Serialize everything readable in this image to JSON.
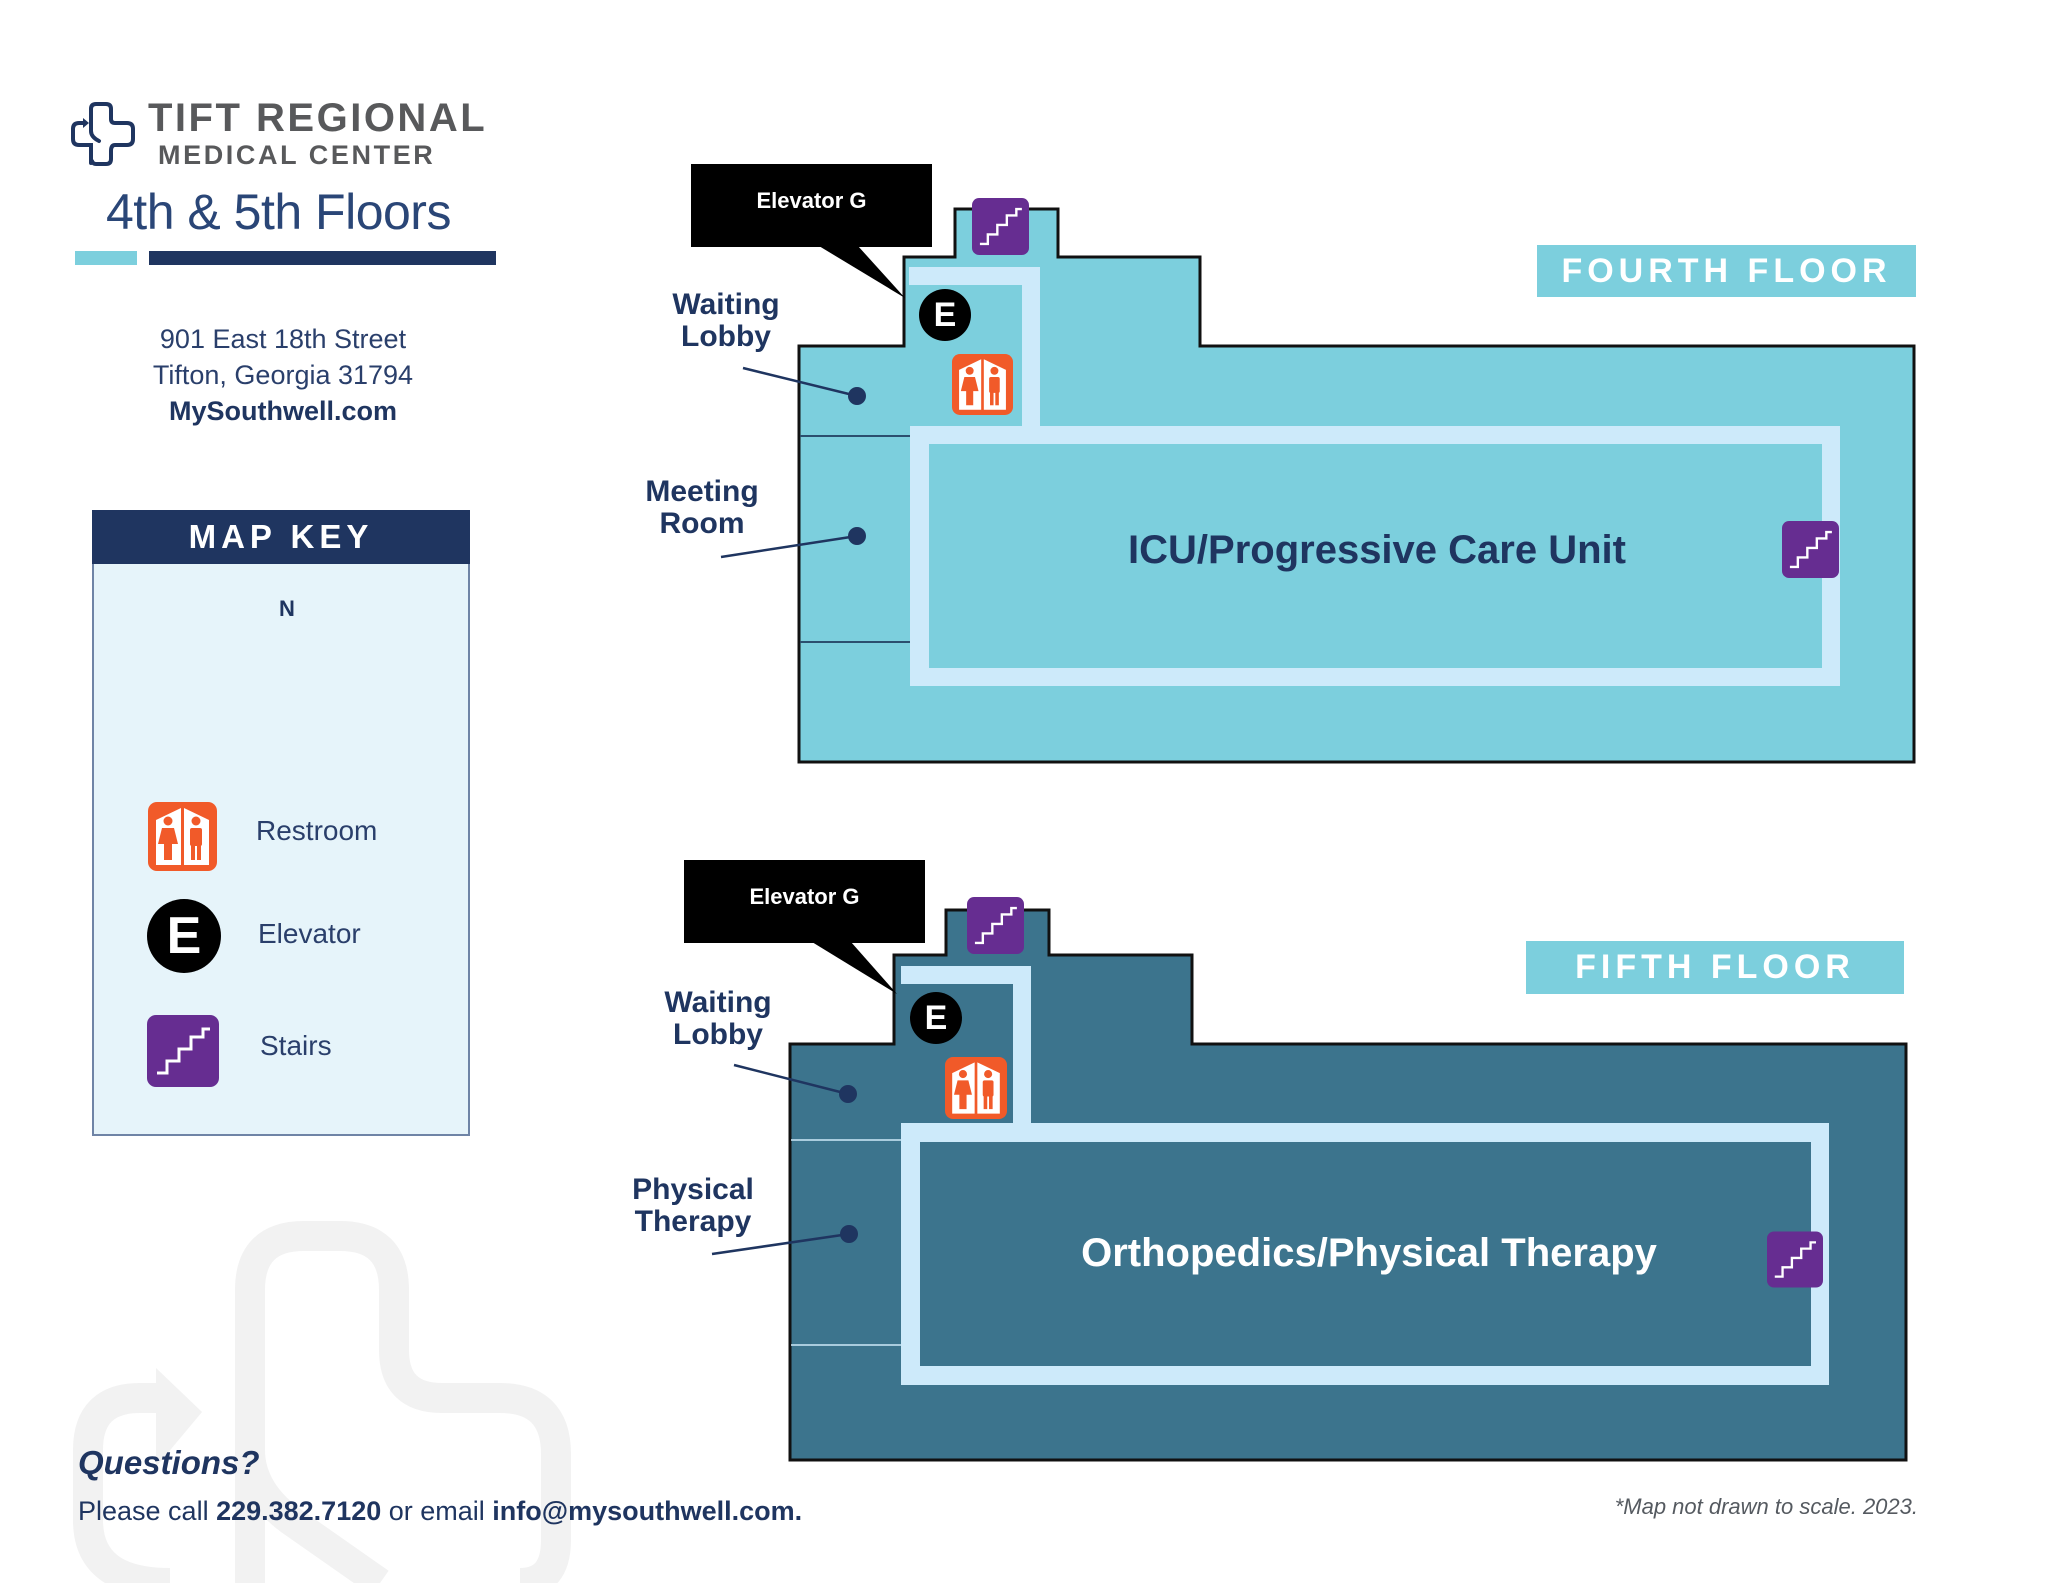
{
  "header": {
    "org_line1": "TIFT REGIONAL",
    "org_line2": "MEDICAL CENTER",
    "title": "4th & 5th Floors",
    "logo_icon": "medical-cross-arrow-icon"
  },
  "address": {
    "line1": "901 East 18th Street",
    "line2": "Tifton, Georgia 31794",
    "website": "MySouthwell.com"
  },
  "map_key": {
    "title": "MAP KEY",
    "compass_label": "N",
    "items": [
      {
        "icon": "restroom-icon",
        "label": "Restroom",
        "color": "#f15a29"
      },
      {
        "icon": "elevator-icon",
        "label": "Elevator",
        "color": "#000000"
      },
      {
        "icon": "stairs-icon",
        "label": "Stairs",
        "color": "#662d91"
      }
    ]
  },
  "floors": [
    {
      "tag": "FOURTH FLOOR",
      "color": "#7ccfdd",
      "callout": "Elevator G",
      "rooms": [
        {
          "line1": "Waiting",
          "line2": "Lobby"
        },
        {
          "line1": "Meeting",
          "line2": "Room"
        }
      ],
      "unit": "ICU/Progressive Care Unit",
      "unit_text_color": "#1f3560"
    },
    {
      "tag": "FIFTH FLOOR",
      "color": "#3c748d",
      "callout": "Elevator G",
      "rooms": [
        {
          "line1": "Waiting",
          "line2": "Lobby"
        },
        {
          "line1": "Physical",
          "line2": "Therapy"
        }
      ],
      "unit": "Orthopedics/Physical Therapy",
      "unit_text_color": "#ffffff"
    }
  ],
  "colors": {
    "navy": "#1f3560",
    "corridor": "#cdeafa",
    "accent_light": "#7ccfdd",
    "restroom": "#f15a29",
    "stairs": "#662d91",
    "watermark": "#f2f2f2"
  },
  "footer": {
    "question": "Questions?",
    "call_prefix": "Please call ",
    "phone": "229.382.7120",
    "email_prefix": " or email ",
    "email": "info@mysouthwell.com.",
    "footnote": "*Map not drawn to scale. 2023."
  },
  "elevator_letter": "E"
}
